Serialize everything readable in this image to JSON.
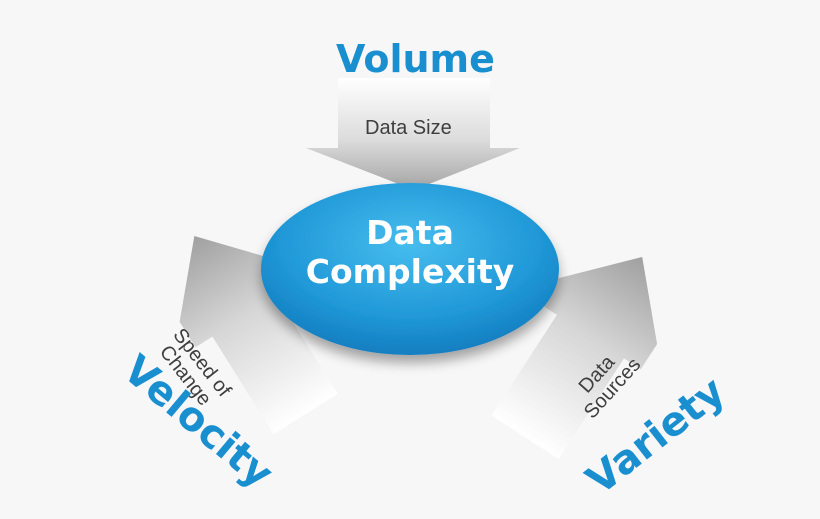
{
  "center": {
    "line1": "Data",
    "line2": "Complexity"
  },
  "volume": {
    "title": "Volume",
    "subtitle": "Data Size"
  },
  "velocity": {
    "title": "Velocity",
    "subtitle_line1": "Speed of",
    "subtitle_line2": "Change"
  },
  "variety": {
    "title": "Variety",
    "subtitle_line1": "Data",
    "subtitle_line2": "Sources"
  },
  "colors": {
    "accent": "#1a8fd0",
    "ellipse_light": "#3fb7ea",
    "ellipse_dark": "#0f79bd",
    "arrow_light": "#ffffff",
    "arrow_dark": "#9c9c9c",
    "subtitle_text": "#3e3e3e"
  }
}
